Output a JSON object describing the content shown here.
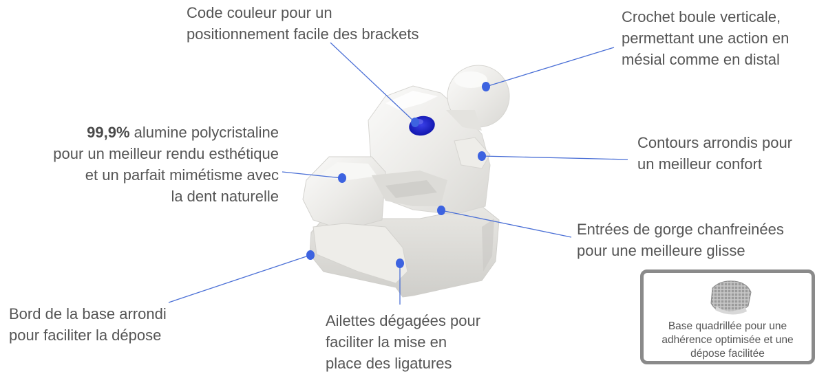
{
  "callouts": {
    "color_code": {
      "lines": [
        "Code couleur pour un",
        "positionnement facile des brackets"
      ]
    },
    "hook": {
      "lines": [
        "Crochet boule verticale,",
        "permettant une action en",
        "mésial comme en distal"
      ]
    },
    "alumina": {
      "bold": "99,9%",
      "lines": [
        " alumine polycristaline",
        "pour un meilleur rendu esthétique",
        "et un parfait mimétisme  avec",
        "la dent naturelle"
      ]
    },
    "contours": {
      "lines": [
        "Contours arrondis pour",
        "un meilleur confort"
      ]
    },
    "slot": {
      "lines": [
        "Entrées de gorge chanfreinées",
        "pour une meilleure glisse"
      ]
    },
    "base_edge": {
      "lines": [
        "Bord de la base arrondi",
        "pour faciliter la dépose"
      ]
    },
    "wings": {
      "lines": [
        "Ailettes dégagées pour",
        "faciliter la mise en",
        "place des ligatures"
      ]
    }
  },
  "inset": {
    "lines": [
      "Base quadrillée pour une",
      "adhérence optimisée et une",
      "dépose facilitée"
    ]
  },
  "colors": {
    "text": "#555555",
    "leader": "#4a6fd6",
    "dot": "#3d63e0",
    "color_code_mark": "#1a1fc9",
    "inset_border": "#8a8a8a"
  }
}
